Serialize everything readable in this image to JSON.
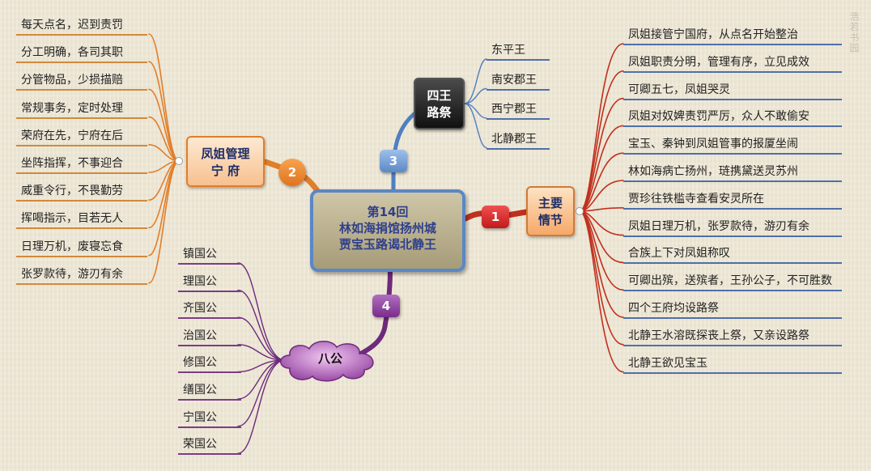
{
  "center": {
    "line1": "第14回",
    "line2": "林如海捐馆扬州城",
    "line3": "贾宝玉路谒北静王"
  },
  "badges": [
    "1",
    "2",
    "3",
    "4"
  ],
  "branches": {
    "main_plot": {
      "title_line1": "主要",
      "title_line2": "情节",
      "items": [
        "凤姐接管宁国府，从点名开始整治",
        "凤姐职责分明，管理有序，立见成效",
        "可卿五七，凤姐哭灵",
        "凤姐对奴婢责罚严厉，众人不敢偷安",
        "宝玉、秦钟到凤姐管事的报厦坐闹",
        "林如海病亡扬州，琏携黛送灵苏州",
        "贾珍往铁槛寺查看安灵所在",
        "凤姐日理万机，张罗款待，游刃有余",
        "合族上下对凤姐称叹",
        "可卿出殡，送殡者，王孙公子，不可胜数",
        "四个王府均设路祭",
        "北静王水溶既探丧上祭，又亲设路祭",
        "北静王欲见宝玉"
      ]
    },
    "fengjie": {
      "title_line1": "凤姐管理",
      "title_line2": "宁  府",
      "items": [
        "每天点名，迟到责罚",
        "分工明确，各司其职",
        "分管物品，少损描赔",
        "常规事务，定时处理",
        "荣府在先，宁府在后",
        "坐阵指挥，不事迎合",
        "威重令行，不畏勤劳",
        "挥喝指示，目若无人",
        "日理万机，废寝忘食",
        "张罗款待，游刃有余"
      ]
    },
    "siwang": {
      "title_line1": "四王",
      "title_line2": "路祭",
      "items": [
        "东平王",
        "南安郡王",
        "西宁郡王",
        "北静郡王"
      ]
    },
    "bagong": {
      "title": "八公",
      "items": [
        "镇国公",
        "理国公",
        "齐国公",
        "治国公",
        "修国公",
        "缮国公",
        "宁国公",
        "荣国公"
      ]
    }
  },
  "watermark": "浩若书园",
  "colors": {
    "main_plot": "#c0301e",
    "fengjie": "#e07e2a",
    "siwang": "#4f7fc0",
    "bagong": "#6e2a7c",
    "center_border": "#5b87c5",
    "background": "#efe8d6"
  }
}
